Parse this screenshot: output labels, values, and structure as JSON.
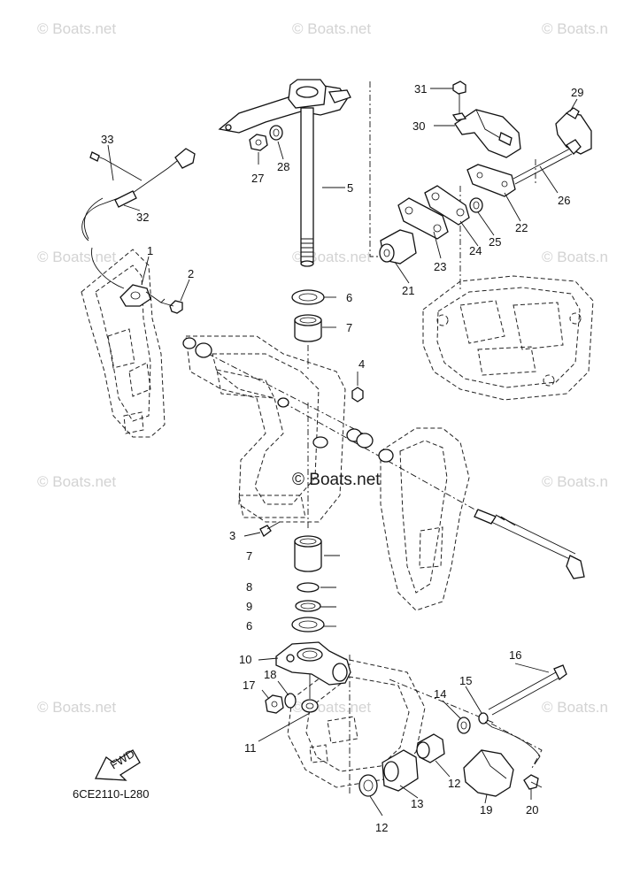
{
  "watermark": {
    "text": "© Boats.net",
    "edge_text": "© Boats.n",
    "center_text": "© Boats.net"
  },
  "diagram_code": "6CE2110-L280",
  "fwd_label": "FWD",
  "callouts": [
    "1",
    "2",
    "3",
    "4",
    "5",
    "6",
    "7",
    "8",
    "9",
    "10",
    "11",
    "12",
    "13",
    "14",
    "15",
    "16",
    "17",
    "18",
    "19",
    "20",
    "21",
    "22",
    "23",
    "24",
    "25",
    "26",
    "27",
    "28",
    "29",
    "30",
    "31",
    "32",
    "33",
    "6",
    "7",
    "12"
  ]
}
